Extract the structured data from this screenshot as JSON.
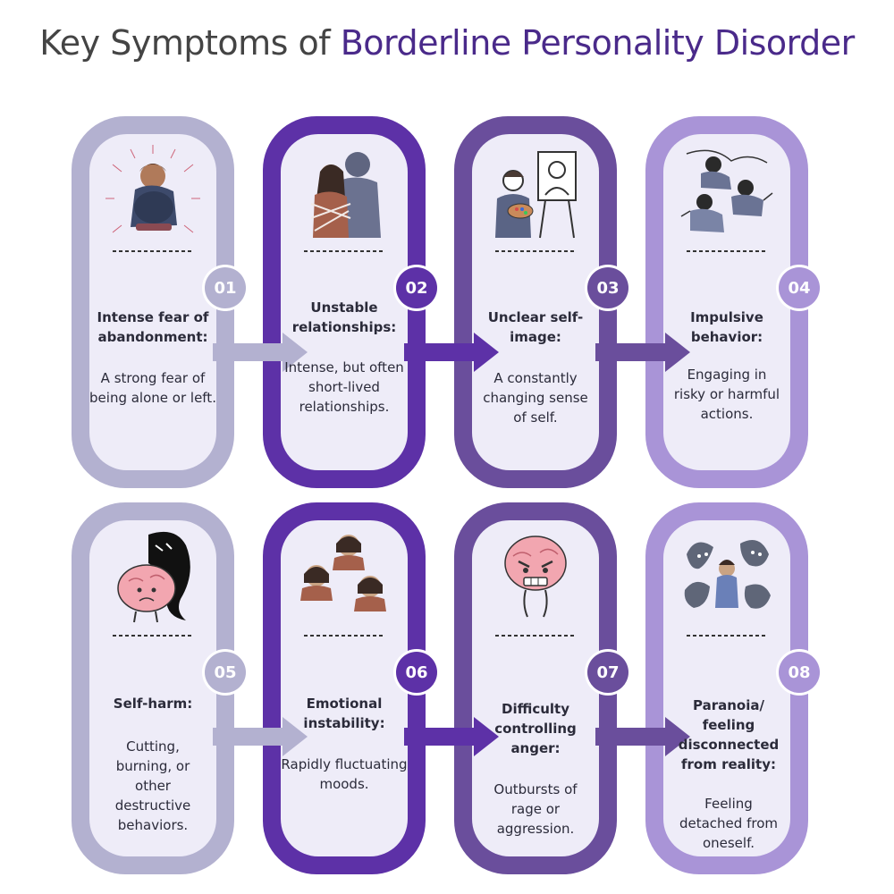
{
  "title": {
    "part1": "Key Symptoms of ",
    "part2": "Borderline Personality Disorder"
  },
  "cards": [
    {
      "number": "01",
      "heading": "Intense fear of abandonment:",
      "description": "A strong fear of being alone or left.",
      "illustration": "person-hugging-knees-icon",
      "color": "#b3b1d0",
      "badge": "#b3b1d0"
    },
    {
      "number": "02",
      "heading": "Unstable relationships:",
      "description": "Intense, but often short-lived relationships.",
      "illustration": "tangled-couple-icon",
      "color": "#5d31a7",
      "badge": "#5d31a7"
    },
    {
      "number": "03",
      "heading": "Unclear self-image:",
      "description": "A constantly changing sense of self.",
      "illustration": "painter-self-portrait-icon",
      "color": "#6a4e9c",
      "badge": "#6a4e9c"
    },
    {
      "number": "04",
      "heading": "Impulsive behavior:",
      "description": "Engaging in risky or harmful actions.",
      "illustration": "people-jumping-icon",
      "color": "#a994d7",
      "badge": "#a994d7"
    },
    {
      "number": "05",
      "heading": "Self-harm:",
      "description": "Cutting, burning, or other destructive behaviors.",
      "illustration": "sad-brain-shadow-icon",
      "color": "#b3b1d0",
      "badge": "#b3b1d0"
    },
    {
      "number": "06",
      "heading": "Emotional instability:",
      "description": "Rapidly fluctuating moods.",
      "illustration": "three-faces-icon",
      "color": "#5d31a7",
      "badge": "#5d31a7"
    },
    {
      "number": "07",
      "heading": "Difficulty controlling anger:",
      "description": "Outbursts of rage or aggression.",
      "illustration": "angry-brain-icon",
      "color": "#6a4e9c",
      "badge": "#6a4e9c"
    },
    {
      "number": "08",
      "heading": "Paranoia/ feeling disconnected from reality:",
      "description": "Feeling detached from oneself.",
      "illustration": "ghosts-surrounding-person-icon",
      "color": "#a994d7",
      "badge": "#a994d7"
    }
  ]
}
